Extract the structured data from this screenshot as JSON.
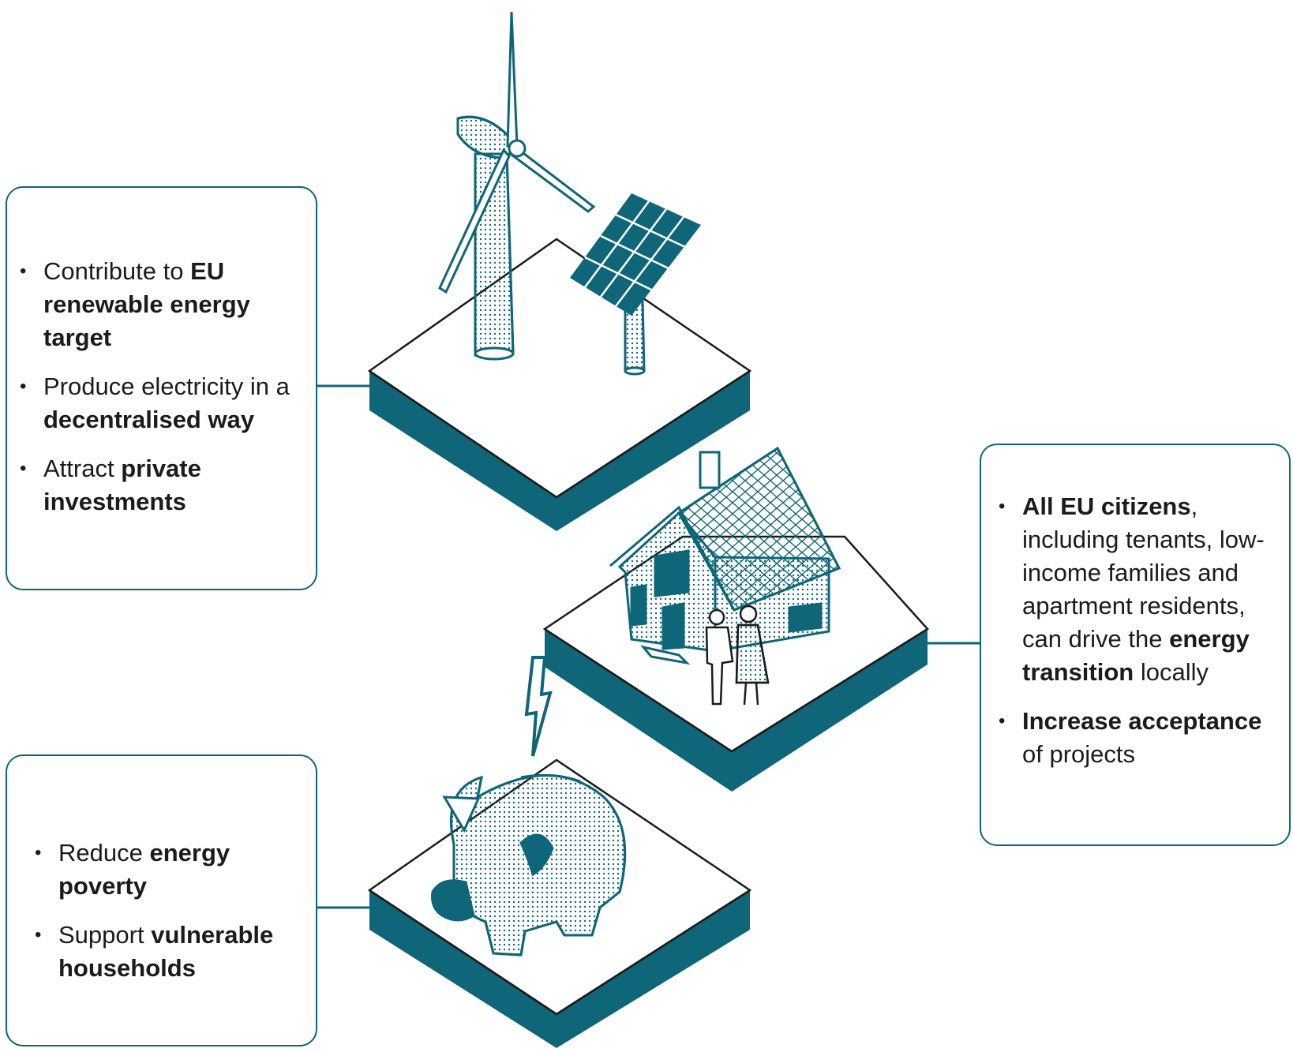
{
  "boxes": {
    "top": {
      "items": [
        {
          "text": [
            "Contribute to ",
            "EU renewable energy target",
            ""
          ]
        },
        {
          "text": [
            "Produce electricity in a ",
            "decentralised way",
            ""
          ]
        },
        {
          "text": [
            "Attract ",
            "private investments",
            ""
          ]
        }
      ]
    },
    "right": {
      "items": [
        {
          "text": [
            "",
            "All EU citizens",
            ", including tenants, low-income families and apartment residents, can drive the "
          ],
          "extra_bold": "energy transition",
          "tail": " locally"
        },
        {
          "text": [
            "",
            "Increase acceptance",
            " of projects"
          ]
        }
      ]
    },
    "bottom": {
      "items": [
        {
          "text": [
            "Reduce ",
            "energy poverty",
            ""
          ]
        },
        {
          "text": [
            "Support ",
            "vulnerable households",
            ""
          ]
        }
      ]
    }
  },
  "colors": {
    "accent": "#0e6678",
    "line": "#1b1b1b",
    "dots": "#0e6678"
  },
  "icons": [
    "wind-turbine-icon",
    "solar-panel-icon",
    "house-icon",
    "people-icon",
    "lightning-bolt-icon",
    "piggy-bank-icon"
  ]
}
